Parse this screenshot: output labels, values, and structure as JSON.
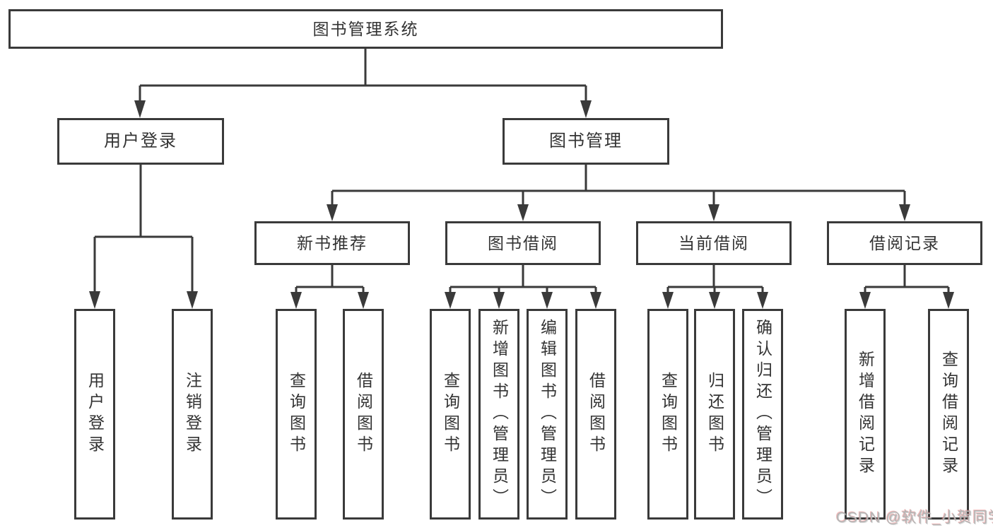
{
  "diagram": {
    "title_node": {
      "label": "图书管理系统"
    },
    "level2": [
      {
        "label": "用户登录"
      },
      {
        "label": "图书管理"
      }
    ],
    "level3": [
      {
        "label": "新书推荐"
      },
      {
        "label": "图书借阅"
      },
      {
        "label": "当前借阅"
      },
      {
        "label": "借阅记录"
      }
    ],
    "leaves": {
      "user": [
        "用户登录",
        "注销登录"
      ],
      "recommend": [
        "查询图书",
        "借阅图书"
      ],
      "borrow": [
        "查询图书",
        "新增图书（管理员）",
        "编辑图书（管理员）",
        "借阅图书"
      ],
      "current": [
        "查询图书",
        "归还图书",
        "确认归还（管理员）"
      ],
      "records": [
        "新增借阅记录",
        "查询借阅记录"
      ]
    }
  },
  "watermark": {
    "text": "CSDN @软件_小贺同学"
  },
  "colors": {
    "line": "#3a3a3a",
    "text": "#333333",
    "background": "#ffffff",
    "watermark": "#b5b5b5"
  }
}
